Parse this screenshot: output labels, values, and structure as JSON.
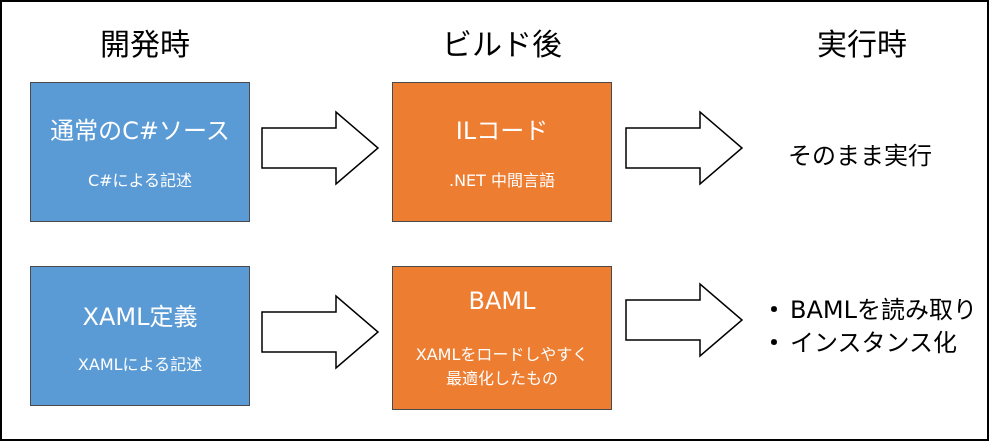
{
  "headers": {
    "dev": "開発時",
    "build": "ビルド後",
    "run": "実行時"
  },
  "row1": {
    "source": {
      "title": "通常のC#ソース",
      "sub": "C#による記述"
    },
    "compiled": {
      "title": "ILコード",
      "sub": ".NET 中間言語"
    },
    "runtime": "そのまま実行"
  },
  "row2": {
    "source": {
      "title": "XAML定義",
      "sub": "XAMLによる記述"
    },
    "compiled": {
      "title": "BAML",
      "sub_line1": "XAMLをロードしやすく",
      "sub_line2": "最適化したもの"
    },
    "runtime": {
      "bullet": "・",
      "items": [
        "BAMLを読み取り",
        "インスタンス化"
      ]
    }
  },
  "colors": {
    "blue": "#5b9bd5",
    "orange": "#ed7d31"
  }
}
